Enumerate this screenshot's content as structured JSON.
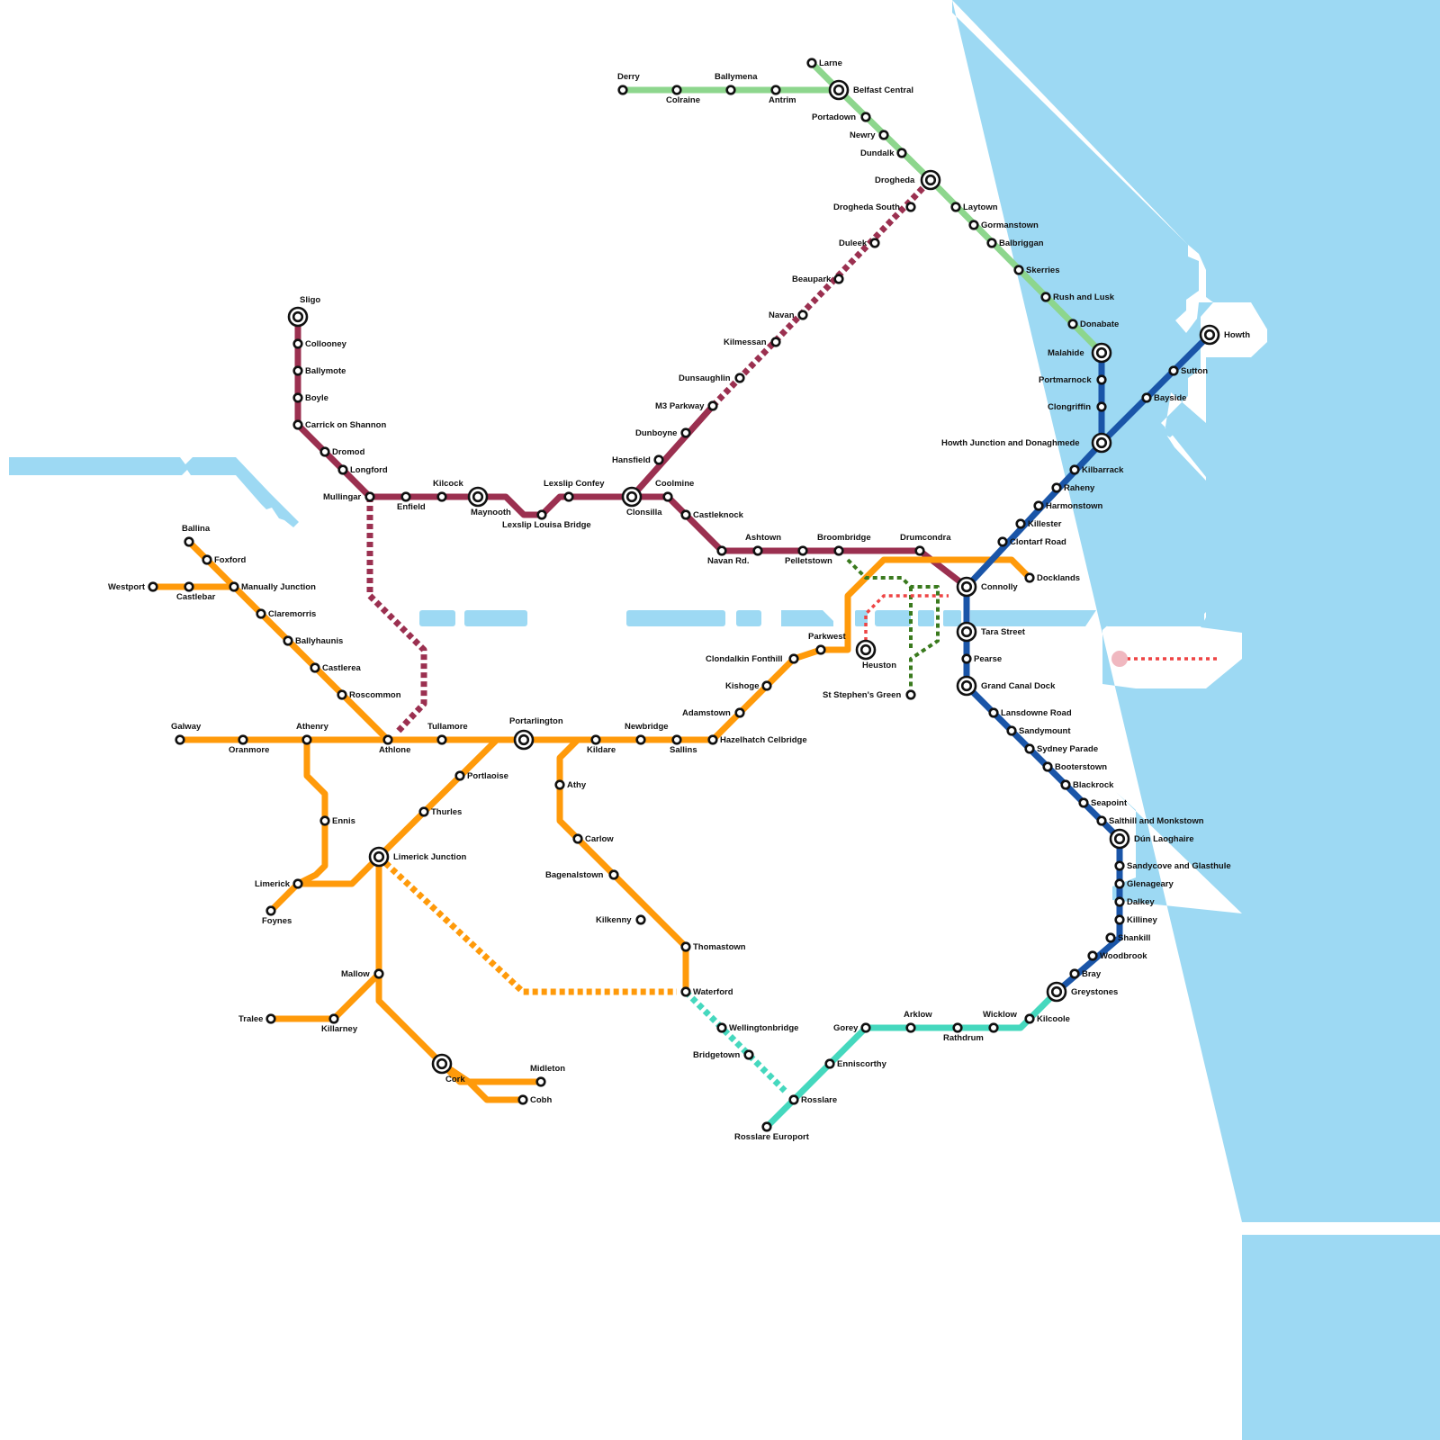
{
  "map": {
    "lines": [
      {
        "id": "northern",
        "color": "#8dd68d"
      },
      {
        "id": "western",
        "color": "#9b3050"
      },
      {
        "id": "southern",
        "color": "#ff9a0a"
      },
      {
        "id": "dart",
        "color": "#1a55a8"
      },
      {
        "id": "southeast",
        "color": "#45d8be"
      },
      {
        "id": "green-luas",
        "color": "#3a7a1e"
      },
      {
        "id": "red-luas",
        "color": "#ee4444"
      }
    ],
    "water_color": "#9dd9f3",
    "stations": [
      {
        "id": "derry",
        "name": "Derry"
      },
      {
        "id": "colraine",
        "name": "Colraine"
      },
      {
        "id": "ballymena",
        "name": "Ballymena"
      },
      {
        "id": "antrim",
        "name": "Antrim"
      },
      {
        "id": "larne",
        "name": "Larne"
      },
      {
        "id": "belfast-central",
        "name": "Belfast Central"
      },
      {
        "id": "portadown",
        "name": "Portadown"
      },
      {
        "id": "newry",
        "name": "Newry"
      },
      {
        "id": "dundalk",
        "name": "Dundalk"
      },
      {
        "id": "drogheda",
        "name": "Drogheda"
      },
      {
        "id": "drogheda-south",
        "name": "Drogheda South"
      },
      {
        "id": "laytown",
        "name": "Laytown"
      },
      {
        "id": "gormanstown",
        "name": "Gormanstown"
      },
      {
        "id": "balbriggan",
        "name": "Balbriggan"
      },
      {
        "id": "skerries",
        "name": "Skerries"
      },
      {
        "id": "rush-and-lusk",
        "name": "Rush and Lusk"
      },
      {
        "id": "donabate",
        "name": "Donabate"
      },
      {
        "id": "malahide",
        "name": "Malahide"
      },
      {
        "id": "portmarnock",
        "name": "Portmarnock"
      },
      {
        "id": "clongriffin",
        "name": "Clongriffin"
      },
      {
        "id": "howth-junction",
        "name": "Howth Junction and Donaghmede"
      },
      {
        "id": "howth",
        "name": "Howth"
      },
      {
        "id": "sutton",
        "name": "Sutton"
      },
      {
        "id": "bayside",
        "name": "Bayside"
      },
      {
        "id": "kilbarrack",
        "name": "Kilbarrack"
      },
      {
        "id": "raheny",
        "name": "Raheny"
      },
      {
        "id": "harmonstown",
        "name": "Harmonstown"
      },
      {
        "id": "killester",
        "name": "Killester"
      },
      {
        "id": "clontarf-road",
        "name": "Clontarf Road"
      },
      {
        "id": "connolly",
        "name": "Connolly"
      },
      {
        "id": "docklands",
        "name": "Docklands"
      },
      {
        "id": "tara-street",
        "name": "Tara Street"
      },
      {
        "id": "pearse",
        "name": "Pearse"
      },
      {
        "id": "grand-canal-dock",
        "name": "Grand Canal Dock"
      },
      {
        "id": "lansdowne-road",
        "name": "Lansdowne Road"
      },
      {
        "id": "sandymount",
        "name": "Sandymount"
      },
      {
        "id": "sydney-parade",
        "name": "Sydney Parade"
      },
      {
        "id": "booterstown",
        "name": "Booterstown"
      },
      {
        "id": "blackrock",
        "name": "Blackrock"
      },
      {
        "id": "seapoint",
        "name": "Seapoint"
      },
      {
        "id": "salthill",
        "name": "Salthill and Monkstown"
      },
      {
        "id": "dun-laoghaire",
        "name": "Dún Laoghaire"
      },
      {
        "id": "sandycove",
        "name": "Sandycove and Glasthule"
      },
      {
        "id": "glenageary",
        "name": "Glenageary"
      },
      {
        "id": "dalkey",
        "name": "Dalkey"
      },
      {
        "id": "killiney",
        "name": "Killiney"
      },
      {
        "id": "shankill",
        "name": "Shankill"
      },
      {
        "id": "woodbrook",
        "name": "Woodbrook"
      },
      {
        "id": "bray",
        "name": "Bray"
      },
      {
        "id": "greystones",
        "name": "Greystones"
      },
      {
        "id": "kilcoole",
        "name": "Kilcoole"
      },
      {
        "id": "wicklow",
        "name": "Wicklow"
      },
      {
        "id": "rathdrum",
        "name": "Rathdrum"
      },
      {
        "id": "arklow",
        "name": "Arklow"
      },
      {
        "id": "gorey",
        "name": "Gorey"
      },
      {
        "id": "enniscorthy",
        "name": "Enniscorthy"
      },
      {
        "id": "rosslare",
        "name": "Rosslare"
      },
      {
        "id": "rosslare-europort",
        "name": "Rosslare Europort"
      },
      {
        "id": "wellingtonbridge",
        "name": "Wellingtonbridge"
      },
      {
        "id": "bridgetown",
        "name": "Bridgetown"
      },
      {
        "id": "duleek",
        "name": "Duleek"
      },
      {
        "id": "beaupark",
        "name": "Beaupark"
      },
      {
        "id": "navan",
        "name": "Navan"
      },
      {
        "id": "kilmessan",
        "name": "Kilmessan"
      },
      {
        "id": "dunsaughlin",
        "name": "Dunsaughlin"
      },
      {
        "id": "m3-parkway",
        "name": "M3 Parkway"
      },
      {
        "id": "dunboyne",
        "name": "Dunboyne"
      },
      {
        "id": "hansfield",
        "name": "Hansfield"
      },
      {
        "id": "clonsilla",
        "name": "Clonsilla"
      },
      {
        "id": "coolmine",
        "name": "Coolmine"
      },
      {
        "id": "castleknock",
        "name": "Castleknock"
      },
      {
        "id": "navan-rd",
        "name": "Navan Rd."
      },
      {
        "id": "ashtown",
        "name": "Ashtown"
      },
      {
        "id": "pelletstown",
        "name": "Pelletstown"
      },
      {
        "id": "broombridge",
        "name": "Broombridge"
      },
      {
        "id": "drumcondra",
        "name": "Drumcondra"
      },
      {
        "id": "lexslip-confey",
        "name": "Lexslip Confey"
      },
      {
        "id": "lexslip-louisa-bridge",
        "name": "Lexslip Louisa Bridge"
      },
      {
        "id": "maynooth",
        "name": "Maynooth"
      },
      {
        "id": "kilcock",
        "name": "Kilcock"
      },
      {
        "id": "enfield",
        "name": "Enfield"
      },
      {
        "id": "mullingar",
        "name": "Mullingar"
      },
      {
        "id": "longford",
        "name": "Longford"
      },
      {
        "id": "dromod",
        "name": "Dromod"
      },
      {
        "id": "carrick-on-shannon",
        "name": "Carrick on Shannon"
      },
      {
        "id": "boyle",
        "name": "Boyle"
      },
      {
        "id": "ballymote",
        "name": "Ballymote"
      },
      {
        "id": "collooney",
        "name": "Collooney"
      },
      {
        "id": "sligo",
        "name": "Sligo"
      },
      {
        "id": "ballina",
        "name": "Ballina"
      },
      {
        "id": "foxford",
        "name": "Foxford"
      },
      {
        "id": "westport",
        "name": "Westport"
      },
      {
        "id": "castlebar",
        "name": "Castlebar"
      },
      {
        "id": "manually-junction",
        "name": "Manually Junction"
      },
      {
        "id": "claremorris",
        "name": "Claremorris"
      },
      {
        "id": "ballyhaunis",
        "name": "Ballyhaunis"
      },
      {
        "id": "castlerea",
        "name": "Castlerea"
      },
      {
        "id": "roscommon",
        "name": "Roscommon"
      },
      {
        "id": "galway",
        "name": "Galway"
      },
      {
        "id": "oranmore",
        "name": "Oranmore"
      },
      {
        "id": "athenry",
        "name": "Athenry"
      },
      {
        "id": "athlone",
        "name": "Athlone"
      },
      {
        "id": "tullamore",
        "name": "Tullamore"
      },
      {
        "id": "portarlington",
        "name": "Portarlington"
      },
      {
        "id": "kildare",
        "name": "Kildare"
      },
      {
        "id": "newbridge",
        "name": "Newbridge"
      },
      {
        "id": "sallins",
        "name": "Sallins"
      },
      {
        "id": "hazelhatch",
        "name": "Hazelhatch Celbridge"
      },
      {
        "id": "adamstown",
        "name": "Adamstown"
      },
      {
        "id": "kishoge",
        "name": "Kishoge"
      },
      {
        "id": "clondalkin",
        "name": "Clondalkin Fonthill"
      },
      {
        "id": "parkwest",
        "name": "Parkwest"
      },
      {
        "id": "heuston",
        "name": "Heuston"
      },
      {
        "id": "st-stephens-green",
        "name": "St Stephen's Green"
      },
      {
        "id": "portlaoise",
        "name": "Portlaoise"
      },
      {
        "id": "thurles",
        "name": "Thurles"
      },
      {
        "id": "limerick-junction",
        "name": "Limerick Junction"
      },
      {
        "id": "ennis",
        "name": "Ennis"
      },
      {
        "id": "limerick",
        "name": "Limerick"
      },
      {
        "id": "foynes",
        "name": "Foynes"
      },
      {
        "id": "mallow",
        "name": "Mallow"
      },
      {
        "id": "tralee",
        "name": "Tralee"
      },
      {
        "id": "killarney",
        "name": "Killarney"
      },
      {
        "id": "cork",
        "name": "Cork"
      },
      {
        "id": "midleton",
        "name": "Midleton"
      },
      {
        "id": "cobh",
        "name": "Cobh"
      },
      {
        "id": "athy",
        "name": "Athy"
      },
      {
        "id": "carlow",
        "name": "Carlow"
      },
      {
        "id": "bagenalstown",
        "name": "Bagenalstown"
      },
      {
        "id": "kilkenny",
        "name": "Kilkenny"
      },
      {
        "id": "thomastown",
        "name": "Thomastown"
      },
      {
        "id": "waterford",
        "name": "Waterford"
      }
    ]
  }
}
